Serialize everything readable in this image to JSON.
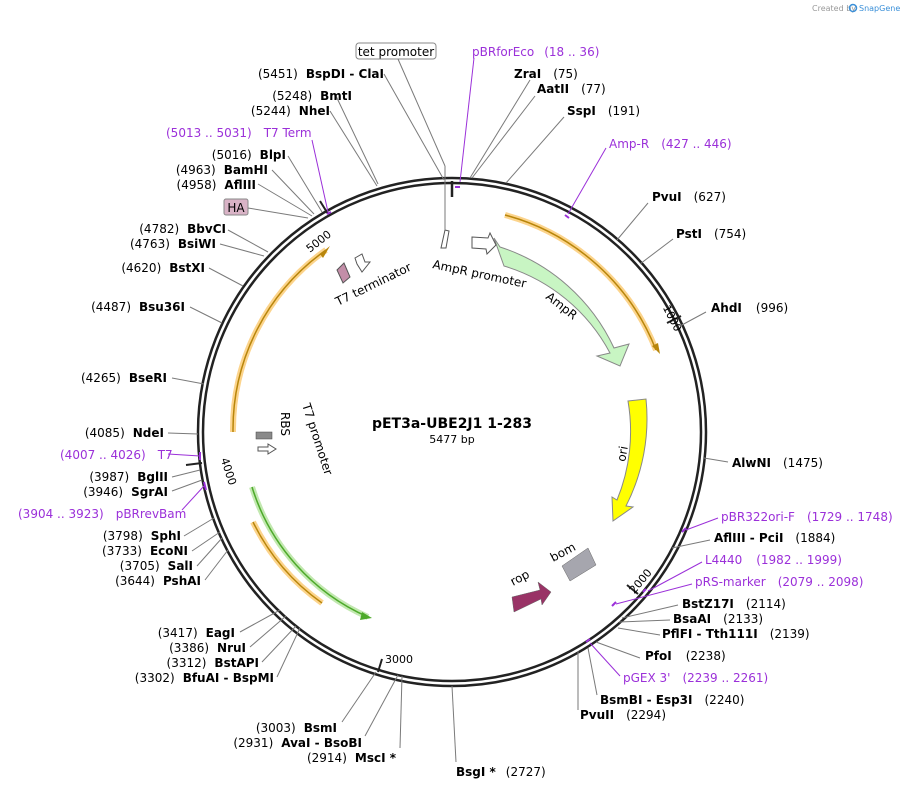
{
  "watermark": {
    "prefix": "Created by",
    "brand": "SnapGene"
  },
  "map": {
    "name": "pET3a-UBE2J1 1-283",
    "size_label": "5477 bp"
  },
  "ticks": [
    "1000",
    "2000",
    "3000",
    "4000",
    "5000"
  ],
  "features": {
    "t7_terminator": "T7 terminator",
    "ampr_promoter": "AmpR promoter",
    "ampr": "AmpR",
    "ori": "ori",
    "bom": "bom",
    "rop": "rop",
    "rbs": "RBS",
    "t7_promoter": "T7 promoter",
    "tet_promoter": "tet promoter",
    "ha": "HA"
  },
  "primers": {
    "pbrforeco": {
      "name": "pBRforEco",
      "pos": "(18 .. 36)"
    },
    "ampr_primer": {
      "name": "Amp-R",
      "pos": "(427 .. 446)"
    },
    "pbr322ori": {
      "name": "pBR322ori-F",
      "pos": "(1729 .. 1748)"
    },
    "l4440": {
      "name": "L4440",
      "pos": "(1982 .. 1999)"
    },
    "prs": {
      "name": "pRS-marker",
      "pos": "(2079 .. 2098)"
    },
    "pgex": {
      "name": "pGEX 3'",
      "pos": "(2239 .. 2261)"
    },
    "pbrrevbam": {
      "name": "pBRrevBam",
      "pos": "(3904 .. 3923)"
    },
    "t7": {
      "name": "T7",
      "pos": "(4007 .. 4026)"
    },
    "t7term": {
      "name": "T7 Term",
      "pos": "(5013 .. 5031)"
    }
  },
  "sites": {
    "zrai": {
      "name": "ZraI",
      "pos": "(75)"
    },
    "aatii": {
      "name": "AatII",
      "pos": "(77)"
    },
    "sspi": {
      "name": "SspI",
      "pos": "(191)"
    },
    "pvui": {
      "name": "PvuI",
      "pos": "(627)"
    },
    "psti": {
      "name": "PstI",
      "pos": "(754)"
    },
    "ahdi": {
      "name": "AhdI",
      "pos": "(996)"
    },
    "alwni": {
      "name": "AlwNI",
      "pos": "(1475)"
    },
    "afliii": {
      "name": "AflIII",
      "sep": " - ",
      "name2": "PciI",
      "pos": "(1884)"
    },
    "bstz17i": {
      "name": "BstZ17I",
      "pos": "(2114)"
    },
    "bsaai": {
      "name": "BsaAI",
      "pos": "(2133)"
    },
    "pflfi": {
      "name": "PflFI",
      "sep": " - ",
      "name2": "Tth111I",
      "pos": "(2139)"
    },
    "pfoi": {
      "name": "PfoI",
      "pos": "(2238)"
    },
    "bsmbi": {
      "name": "BsmBI",
      "sep": " - ",
      "name2": "Esp3I",
      "pos": "(2240)"
    },
    "pvuii": {
      "name": "PvuII",
      "pos": "(2294)"
    },
    "bsgi": {
      "name": "BsgI *",
      "pos": "(2727)"
    },
    "bsmi": {
      "pos": "(3003)",
      "name": "BsmI"
    },
    "avai": {
      "pos": "(2931)",
      "name": "AvaI",
      "sep": " - ",
      "name2": "BsoBI"
    },
    "msci": {
      "pos": "(2914)",
      "name": "MscI *"
    },
    "eagi": {
      "pos": "(3417)",
      "name": "EagI"
    },
    "nrui": {
      "pos": "(3386)",
      "name": "NruI"
    },
    "bstapi": {
      "pos": "(3312)",
      "name": "BstAPI"
    },
    "bfuai": {
      "pos": "(3302)",
      "name": "BfuAI",
      "sep": " - ",
      "name2": "BspMI"
    },
    "sphi": {
      "pos": "(3798)",
      "name": "SphI"
    },
    "econi": {
      "pos": "(3733)",
      "name": "EcoNI"
    },
    "sali": {
      "pos": "(3705)",
      "name": "SalI"
    },
    "pshai": {
      "pos": "(3644)",
      "name": "PshAI"
    },
    "bglii": {
      "pos": "(3987)",
      "name": "BglII"
    },
    "sgrai": {
      "pos": "(3946)",
      "name": "SgrAI"
    },
    "ndei": {
      "pos": "(4085)",
      "name": "NdeI"
    },
    "bseri": {
      "pos": "(4265)",
      "name": "BseRI"
    },
    "bsu36i": {
      "pos": "(4487)",
      "name": "Bsu36I"
    },
    "bstxi": {
      "pos": "(4620)",
      "name": "BstXI"
    },
    "bbvci": {
      "pos": "(4782)",
      "name": "BbvCI"
    },
    "bsiwi": {
      "pos": "(4763)",
      "name": "BsiWI"
    },
    "blpi": {
      "pos": "(5016)",
      "name": "BlpI"
    },
    "bamhi": {
      "pos": "(4963)",
      "name": "BamHI"
    },
    "afliii2": {
      "pos": "(4958)",
      "name": "AflIII"
    },
    "bmti": {
      "pos": "(5248)",
      "name": "BmtI"
    },
    "nhei": {
      "pos": "(5244)",
      "name": "NheI"
    },
    "bspdi": {
      "pos": "(5451)",
      "name": "BspDI",
      "sep": " - ",
      "name2": "ClaI"
    }
  },
  "colors": {
    "ampr": "#c8f5c3",
    "ori": "#ffff00",
    "rop": "#993366",
    "bom": "#a6a6ae",
    "primer": "#9b30d9",
    "orf_outline": "#fcd48c",
    "orf_line": "#b8860b",
    "green_arc": "#4daa2a"
  }
}
